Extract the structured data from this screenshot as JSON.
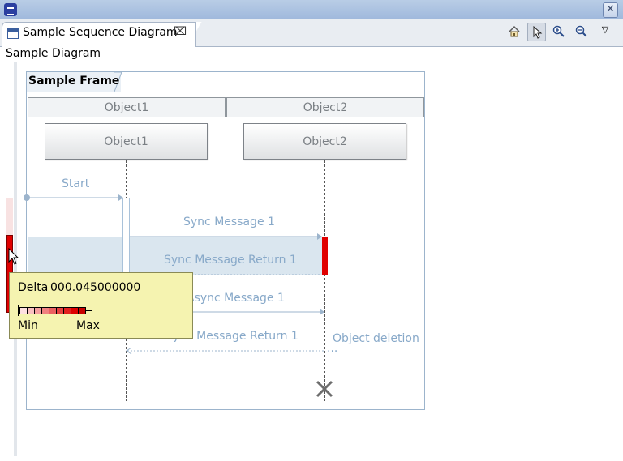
{
  "window": {
    "close_glyph": "✕"
  },
  "tab": {
    "label": "Sample Sequence Diagram",
    "close_glyph": "⌧"
  },
  "toolbar": {
    "home_icon": "home-icon",
    "select_icon": "pointer-icon",
    "zoom_in_icon": "zoom-in-icon",
    "zoom_out_icon": "zoom-out-icon",
    "menu_glyph": "▽"
  },
  "view": {
    "title": "Sample Diagram"
  },
  "diagram": {
    "frame_label": "Sample Frame",
    "lanes": [
      "Object1",
      "Object2"
    ],
    "lifelines": [
      "Object1",
      "Object2"
    ],
    "messages": {
      "start": "Start",
      "sync": "Sync Message 1",
      "sync_return": "Sync Message Return 1",
      "async": "Async Message 1",
      "async_return": "Async Message Return 1",
      "deletion": "Object deletion",
      "deletion_more": "..."
    }
  },
  "tooltip": {
    "delta_label": "Delta",
    "delta_value": "000.045000000",
    "min_label": "Min",
    "max_label": "Max",
    "scale_colors": [
      "#fde0e0",
      "#f9c0c0",
      "#f5a0a0",
      "#f08080",
      "#eb6060",
      "#e64040",
      "#e22020",
      "#dd0000",
      "#c80000"
    ]
  },
  "colors": {
    "accent_red": "#e00000",
    "message_blue": "#88a9c9",
    "frame_border": "#9cb4cc"
  }
}
